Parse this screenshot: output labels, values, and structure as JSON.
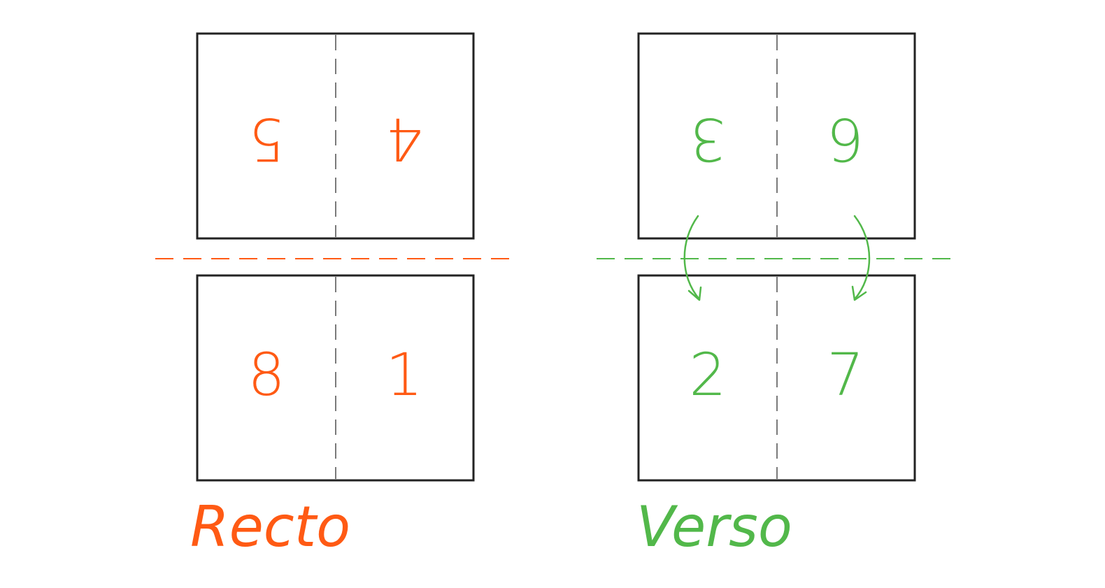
{
  "colors": {
    "recto": "#ff5a14",
    "verso": "#52b84a",
    "frame": "#222222",
    "fold": "#7a7a7a"
  },
  "sides": [
    {
      "key": "recto",
      "label": "Recto",
      "color": "#ff5a14",
      "top_row": [
        "5",
        "4"
      ],
      "top_row_inverted": true,
      "bottom_row": [
        "8",
        "1"
      ],
      "flip_arrows": false
    },
    {
      "key": "verso",
      "label": "Verso",
      "color": "#52b84a",
      "top_row": [
        "3",
        "6"
      ],
      "top_row_inverted": true,
      "bottom_row": [
        "2",
        "7"
      ],
      "flip_arrows": true
    }
  ]
}
